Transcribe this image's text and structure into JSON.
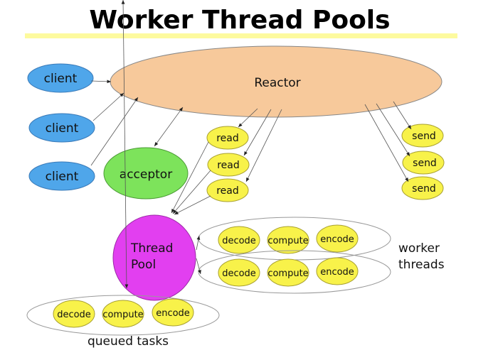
{
  "title": "Worker Thread Pools",
  "reactor": "Reactor",
  "clients": [
    "client",
    "client",
    "client"
  ],
  "acceptor": "acceptor",
  "reads": [
    "read",
    "read",
    "read"
  ],
  "sends": [
    "send",
    "send",
    "send"
  ],
  "thread_pool": [
    "Thread",
    "Pool"
  ],
  "task_steps": [
    "decode",
    "compute",
    "encode"
  ],
  "worker_label": [
    "worker",
    "threads"
  ],
  "queued_label": "queued tasks",
  "colors": {
    "accent_bar": "#fdfa9e",
    "reactor": "#f7c99b",
    "client": "#4fa6ea",
    "acceptor": "#7de35b",
    "task": "#f8f24a",
    "pool": "#e23ff0"
  }
}
